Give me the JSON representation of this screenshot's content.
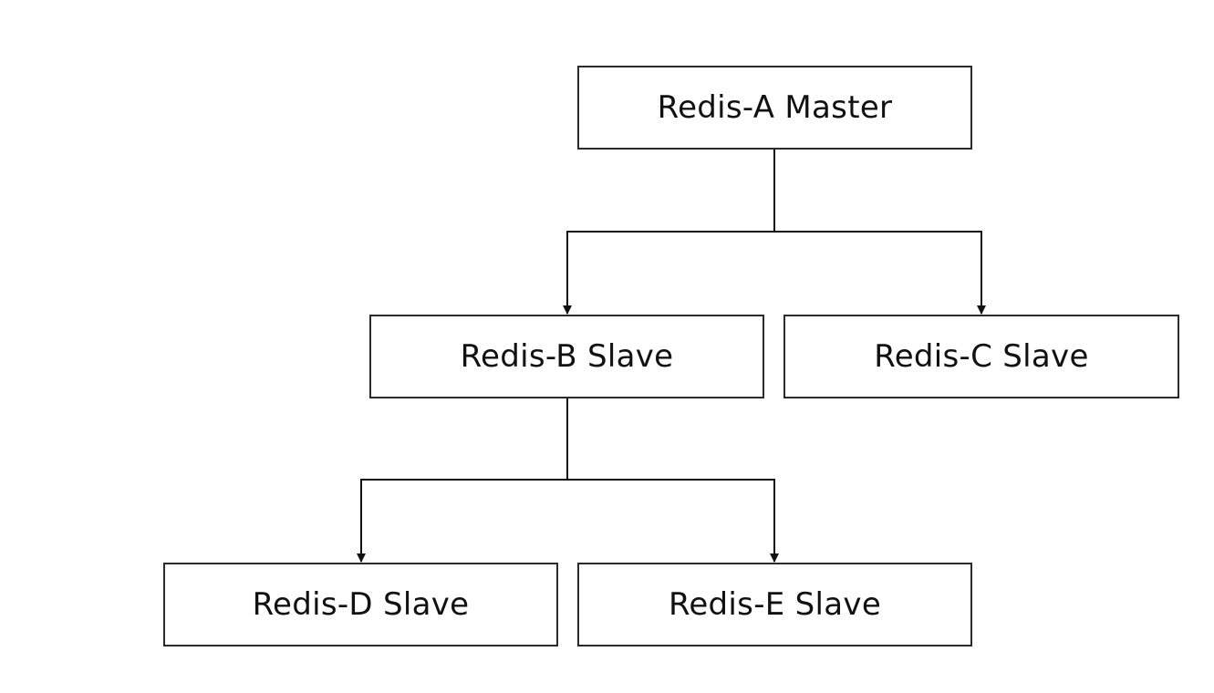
{
  "nodes": {
    "a": {
      "label": "Redis-A Master"
    },
    "b": {
      "label": "Redis-B Slave"
    },
    "c": {
      "label": "Redis-C Slave"
    },
    "d": {
      "label": "Redis-D Slave"
    },
    "e": {
      "label": "Redis-E Slave"
    }
  },
  "edges": [
    {
      "from": "a",
      "to": "b"
    },
    {
      "from": "a",
      "to": "c"
    },
    {
      "from": "b",
      "to": "d"
    },
    {
      "from": "b",
      "to": "e"
    }
  ],
  "colors": {
    "stroke": "#2b2b2b",
    "text": "#111111",
    "background": "#ffffff"
  }
}
